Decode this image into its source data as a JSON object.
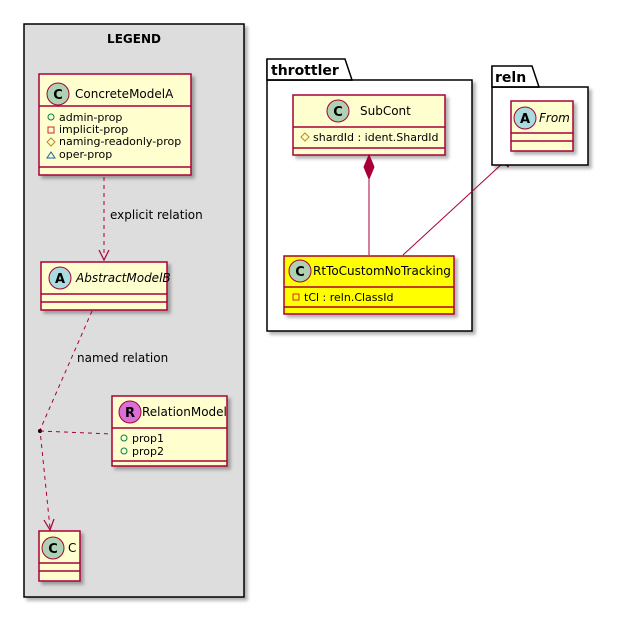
{
  "legend": {
    "title": "LEGEND",
    "classes": {
      "concrete_model_a": {
        "stereotype": "C",
        "name": "ConcreteModelA",
        "attributes": [
          {
            "visibility": "+",
            "text": "admin-prop"
          },
          {
            "visibility": "-",
            "text": "implicit-prop"
          },
          {
            "visibility": "#",
            "text": "naming-readonly-prop"
          },
          {
            "visibility": "~",
            "text": "oper-prop"
          }
        ]
      },
      "abstract_model_b": {
        "stereotype": "A",
        "name": "AbstractModelB"
      },
      "relation_model": {
        "stereotype": "R",
        "name": "RelationModel",
        "attributes": [
          {
            "visibility": "+",
            "text": "prop1"
          },
          {
            "visibility": "+",
            "text": "prop2"
          }
        ]
      },
      "c": {
        "stereotype": "C",
        "name": "C"
      }
    },
    "relations": {
      "explicit": "explicit relation",
      "named": "named relation"
    }
  },
  "packages": {
    "throttler": {
      "name": "throttler",
      "classes": {
        "subcont": {
          "stereotype": "C",
          "name": "SubCont",
          "attributes": [
            {
              "visibility": "#",
              "text": "shardId : ident.ShardId"
            }
          ]
        },
        "rt_to_custom": {
          "stereotype": "C",
          "name": "RtToCustomNoTracking",
          "attributes": [
            {
              "visibility": "-",
              "text": "tCl : reln.ClassId"
            }
          ]
        }
      }
    },
    "reln": {
      "name": "reln",
      "classes": {
        "from": {
          "stereotype": "A",
          "name": "From"
        }
      }
    }
  },
  "colors": {
    "class_fill": "#FEFECE",
    "class_border": "#A80036",
    "highlight_fill": "#FFFF00",
    "legend_fill": "#DDDDDD",
    "class_circle": "#ADD1B2",
    "abstract_circle": "#A9DCDF",
    "relation_circle": "#DA70D6"
  }
}
